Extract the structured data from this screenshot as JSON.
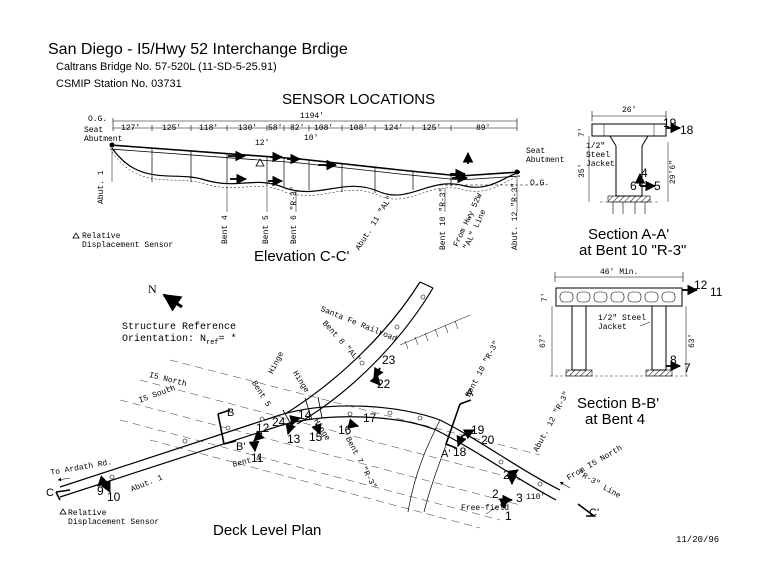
{
  "header": {
    "title": "San Diego - I5/Hwy 52 Interchange Brdige",
    "subtitle_bridge": "Caltrans Bridge No. 57-520L (11-SD-5-25.91)",
    "subtitle_station": "CSMIP Station No. 03731",
    "heading": "SENSOR LOCATIONS",
    "date": "11/20/96"
  },
  "elevation": {
    "caption": "Elevation C-C'",
    "overall_length": "1194'",
    "spans": [
      "127'",
      "125'",
      "118'",
      "130'",
      "58'",
      "82'",
      "108'",
      "108'",
      "124'",
      "125'",
      "89'"
    ],
    "dim_small_1": "12'",
    "dim_small_2": "10'",
    "og_left": "O.G.",
    "og_right": "O.G.",
    "seat_abutment_left": "Seat Abutment",
    "seat_abutment_right": "Seat Abutment",
    "supports": [
      "Abut. 1",
      "Bent 4",
      "Bent 5",
      "Bent 6 \"R-3\"",
      "Bent 10 \"R-3\"",
      "Abut. 12 \"R-3\""
    ],
    "legend": "Relative Displacement Sensor"
  },
  "section_aa": {
    "caption_line1": "Section A-A'",
    "caption_line2": "at Bent 10 \"R-3\"",
    "width": "26'",
    "jacket": "1/2\" Steel Jacket",
    "height_left": "35'",
    "height_right": "29'6\"",
    "depth": "7'",
    "sensors": [
      "19",
      "18",
      "4",
      "6",
      "5"
    ]
  },
  "section_bb": {
    "caption_line1": "Section B-B'",
    "caption_line2": "at Bent 4",
    "width": "46' Min.",
    "jacket": "1/2\" Steel Jacket",
    "height_left": "67'",
    "height_right": "63'",
    "depth": "7'",
    "sensors": [
      "12",
      "11",
      "8",
      "7"
    ]
  },
  "plan": {
    "caption": "Deck Level Plan",
    "north": "N",
    "reference_line1": "Structure Reference",
    "reference_line2": "Orientation: N",
    "reference_sub": "ref",
    "reference_tail": "= *",
    "labels": {
      "abut11": "Abut. 11 \"AL\"",
      "from_hwy52": "From Hwy 52W",
      "al_line": "\"AL\" Line",
      "santa_fe": "Santa Fe Railroad",
      "bent8": "Bent 8 \"AL\"",
      "bent10": "Bent 10 \"R-3\"",
      "abut12": "Abut. 12 \"R-3\"",
      "r3_line": "\"R-3\" Line",
      "from_i5": "From I5 North",
      "i5_north": "I5 North",
      "i5_south": "I5 South",
      "to_ardath": "To Ardath Rd.",
      "abut1": "Abut. 1",
      "bent4": "Bent 4",
      "bent5": "Bent 5",
      "hinge_a": "Hinge",
      "hinge_b": "Hinge",
      "hinge_c": "Hinge",
      "bent7": "Bent 7 \"R-3\"",
      "freefield": "Free-field",
      "dim110": "110'",
      "cut_a": "A",
      "cut_a_prime": "A'",
      "cut_b": "B",
      "cut_b_prime": "B'",
      "cut_c": "C",
      "cut_c_prime": "C'",
      "legend": "Relative Displacement Sensor"
    },
    "sensors": [
      "23",
      "22",
      "24",
      "12",
      "11",
      "13",
      "14",
      "15",
      "16",
      "17",
      "19",
      "20",
      "18",
      "21",
      "2",
      "3",
      "1",
      "9",
      "10"
    ]
  }
}
